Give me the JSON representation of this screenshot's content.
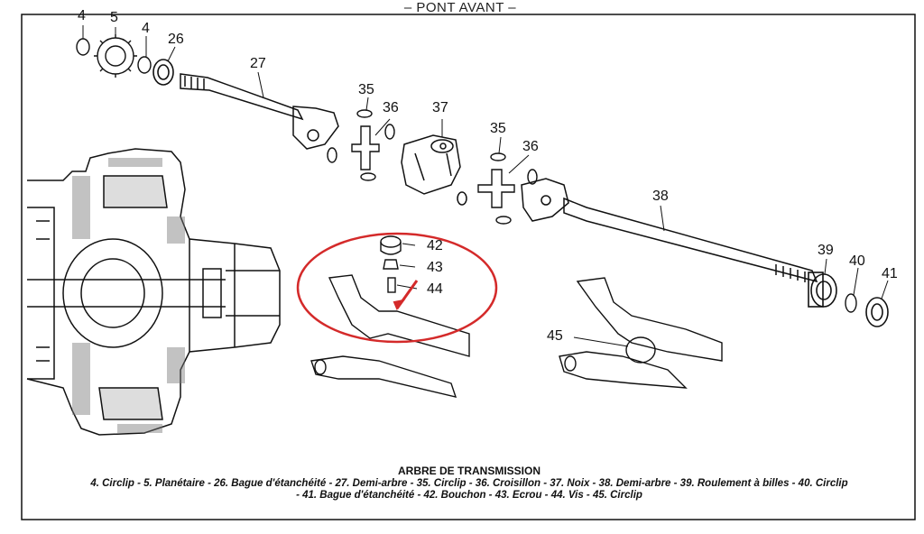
{
  "header": {
    "title": "– PONT AVANT –"
  },
  "caption": {
    "title": "ARBRE DE TRANSMISSION",
    "line1": "4. Circlip - 5. Planétaire - 26. Bague d'étanchéité - 27. Demi-arbre - 35. Circlip - 36. Croisillon - 37. Noix - 38. Demi-arbre - 39. Roulement à billes - 40. Circlip",
    "line2": "- 41. Bague d'étanchéité - 42. Bouchon - 43. Ecrou - 44. Vis - 45. Circlip"
  },
  "labels": {
    "p4a": "4",
    "p5": "5",
    "p4b": "4",
    "p26": "26",
    "p27": "27",
    "p35a": "35",
    "p36a": "36",
    "p37": "37",
    "p35b": "35",
    "p36b": "36",
    "p38": "38",
    "p39": "39",
    "p40": "40",
    "p41": "41",
    "p42": "42",
    "p43": "43",
    "p44": "44",
    "p45": "45"
  },
  "colors": {
    "highlight": "#d42a2a",
    "ink": "#111111",
    "paper": "#ffffff"
  }
}
